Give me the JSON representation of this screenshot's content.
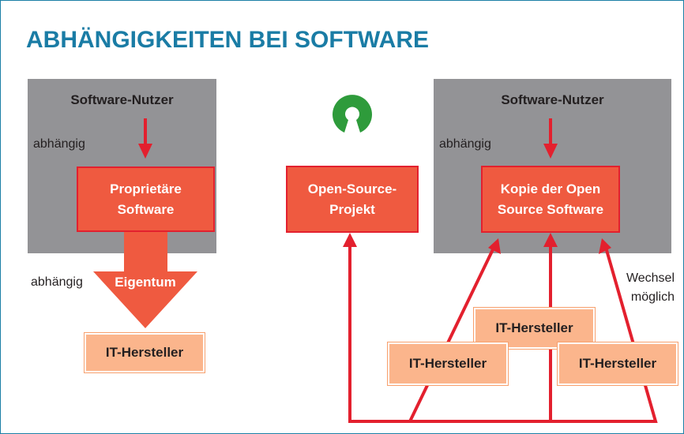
{
  "title": "ABHÄNGIGKEITEN BEI SOFTWARE",
  "left": {
    "user_label": "Software-Nutzer",
    "dependent_label_1": "abhängig",
    "software_label": "Proprietäre Software",
    "dependent_label_2": "abhängig",
    "property_label": "Eigentum",
    "vendor_label": "IT-Hersteller"
  },
  "middle": {
    "logo": "open-source-initiative-logo",
    "project_label": "Open-Source-Projekt"
  },
  "right": {
    "user_label": "Software-Nutzer",
    "dependent_label": "abhängig",
    "software_label": "Kopie der Open Source Software",
    "switch_label": "Wechsel möglich",
    "vendors": [
      "IT-Hersteller",
      "IT-Hersteller",
      "IT-Hersteller"
    ]
  },
  "colors": {
    "title": "#1a7ca5",
    "gray_box": "#939396",
    "red_box": "#ef5a40",
    "arrow_red": "#e3202e",
    "vendor_box": "#fbb58c",
    "logo_green": "#2e9b3b"
  }
}
